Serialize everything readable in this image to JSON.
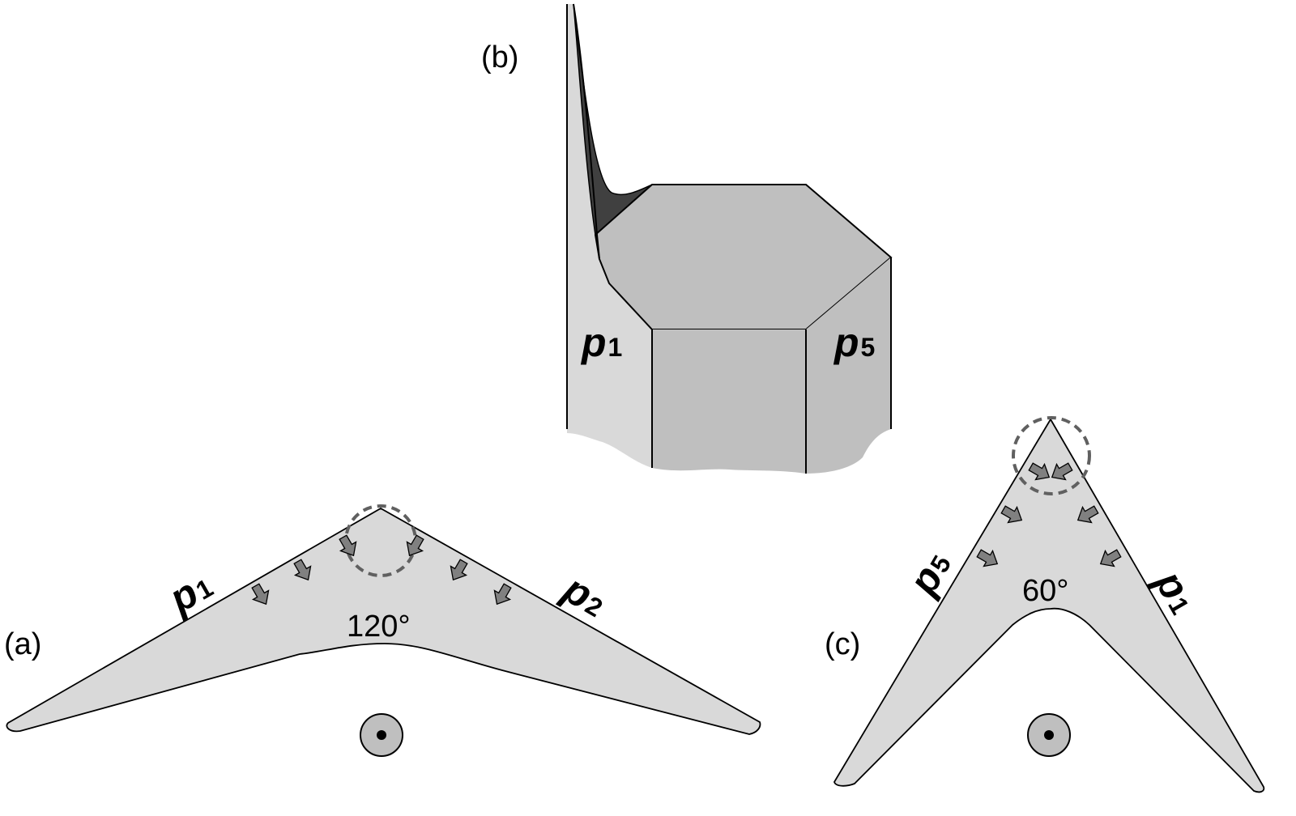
{
  "panels": {
    "a": {
      "label": "(a)",
      "angle": "120°",
      "left_face": "p",
      "left_sub": "1",
      "right_face": "p",
      "right_sub": "2"
    },
    "b": {
      "label": "(b)",
      "left_face": "p",
      "left_sub": "1",
      "right_face": "p",
      "right_sub": "5"
    },
    "c": {
      "label": "(c)",
      "angle": "60°",
      "left_face": "p",
      "left_sub": "5",
      "right_face": "p",
      "right_sub": "1"
    }
  },
  "colors": {
    "light": "#d9d9d9",
    "mid": "#bfbfbf",
    "dark": "#404040",
    "arrow": "#808080",
    "dash": "#606060"
  }
}
